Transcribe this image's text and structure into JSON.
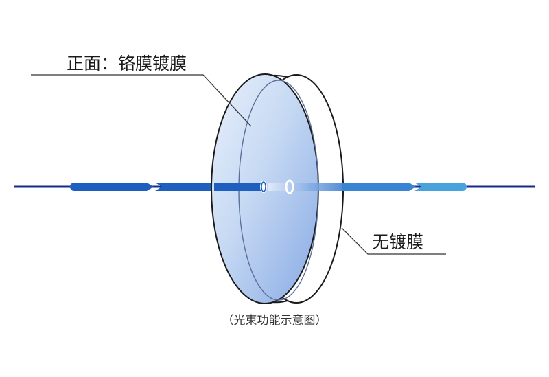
{
  "labels": {
    "front": "正面：铬膜镀膜",
    "back": "无镀膜",
    "caption": "（光束功能示意图）"
  },
  "colors": {
    "beam_dark": "#123c9c",
    "beam_mid": "#1e5fc0",
    "beam_light": "#4aa2dd",
    "axis_line": "#1a2a8a",
    "lens_edge": "#1a1a1a",
    "lens_glass_top": "#dce7f7",
    "lens_glass_bottom": "#8fb1e6",
    "leader_line": "#333333"
  }
}
